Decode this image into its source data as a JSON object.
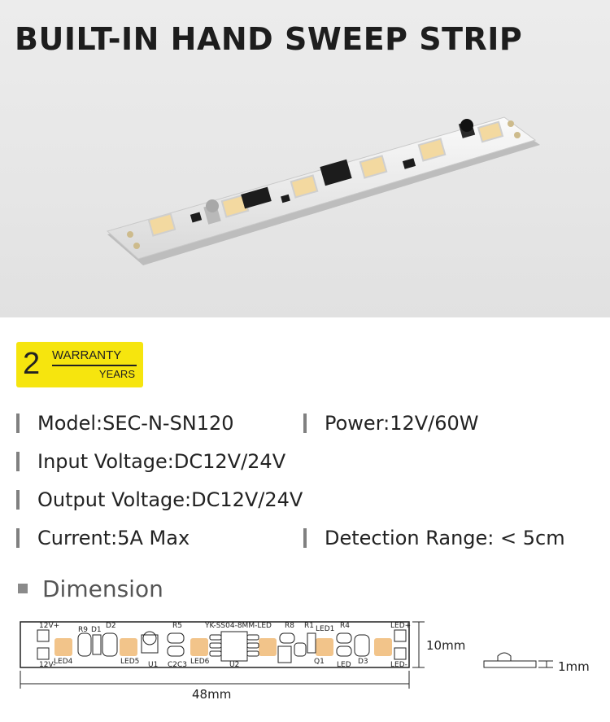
{
  "hero": {
    "title": "BUILT-IN HAND SWEEP STRIP"
  },
  "warranty": {
    "number": "2",
    "line1": "WARRANTY",
    "line2": "YEARS"
  },
  "specs": {
    "model": "Model:SEC-N-SN120",
    "power": "Power:12V/60W",
    "input_voltage": "Input Voltage:DC12V/24V",
    "output_voltage": "Output Voltage:DC12V/24V",
    "current": "Current:5A Max",
    "detection_range": "Detection Range: < 5cm"
  },
  "dimension": {
    "heading": "Dimension",
    "width_label": "10mm",
    "length_label": "48mm",
    "thickness_label": "1mm",
    "pcb_labels": {
      "v_plus_left": "12V+",
      "v_minus_left": "12V-",
      "r9": "R9",
      "d1": "D1",
      "d2": "D2",
      "led4": "LED4",
      "led5": "LED5",
      "u1": "U1",
      "r5": "R5",
      "c2c3": "C2C3",
      "led6": "LED6",
      "board_name": "YK-SS04-8MM-LED",
      "u2": "U2",
      "r8": "R8",
      "r1": "R1",
      "led1": "LED1",
      "r4": "R4",
      "q1": "Q1",
      "led": "LED",
      "d3": "D3",
      "led_plus": "LED+",
      "led_minus": "LED-"
    }
  },
  "colors": {
    "badge": "#f6e50e",
    "led_pad": "#f2c48a",
    "bar": "#808080"
  }
}
